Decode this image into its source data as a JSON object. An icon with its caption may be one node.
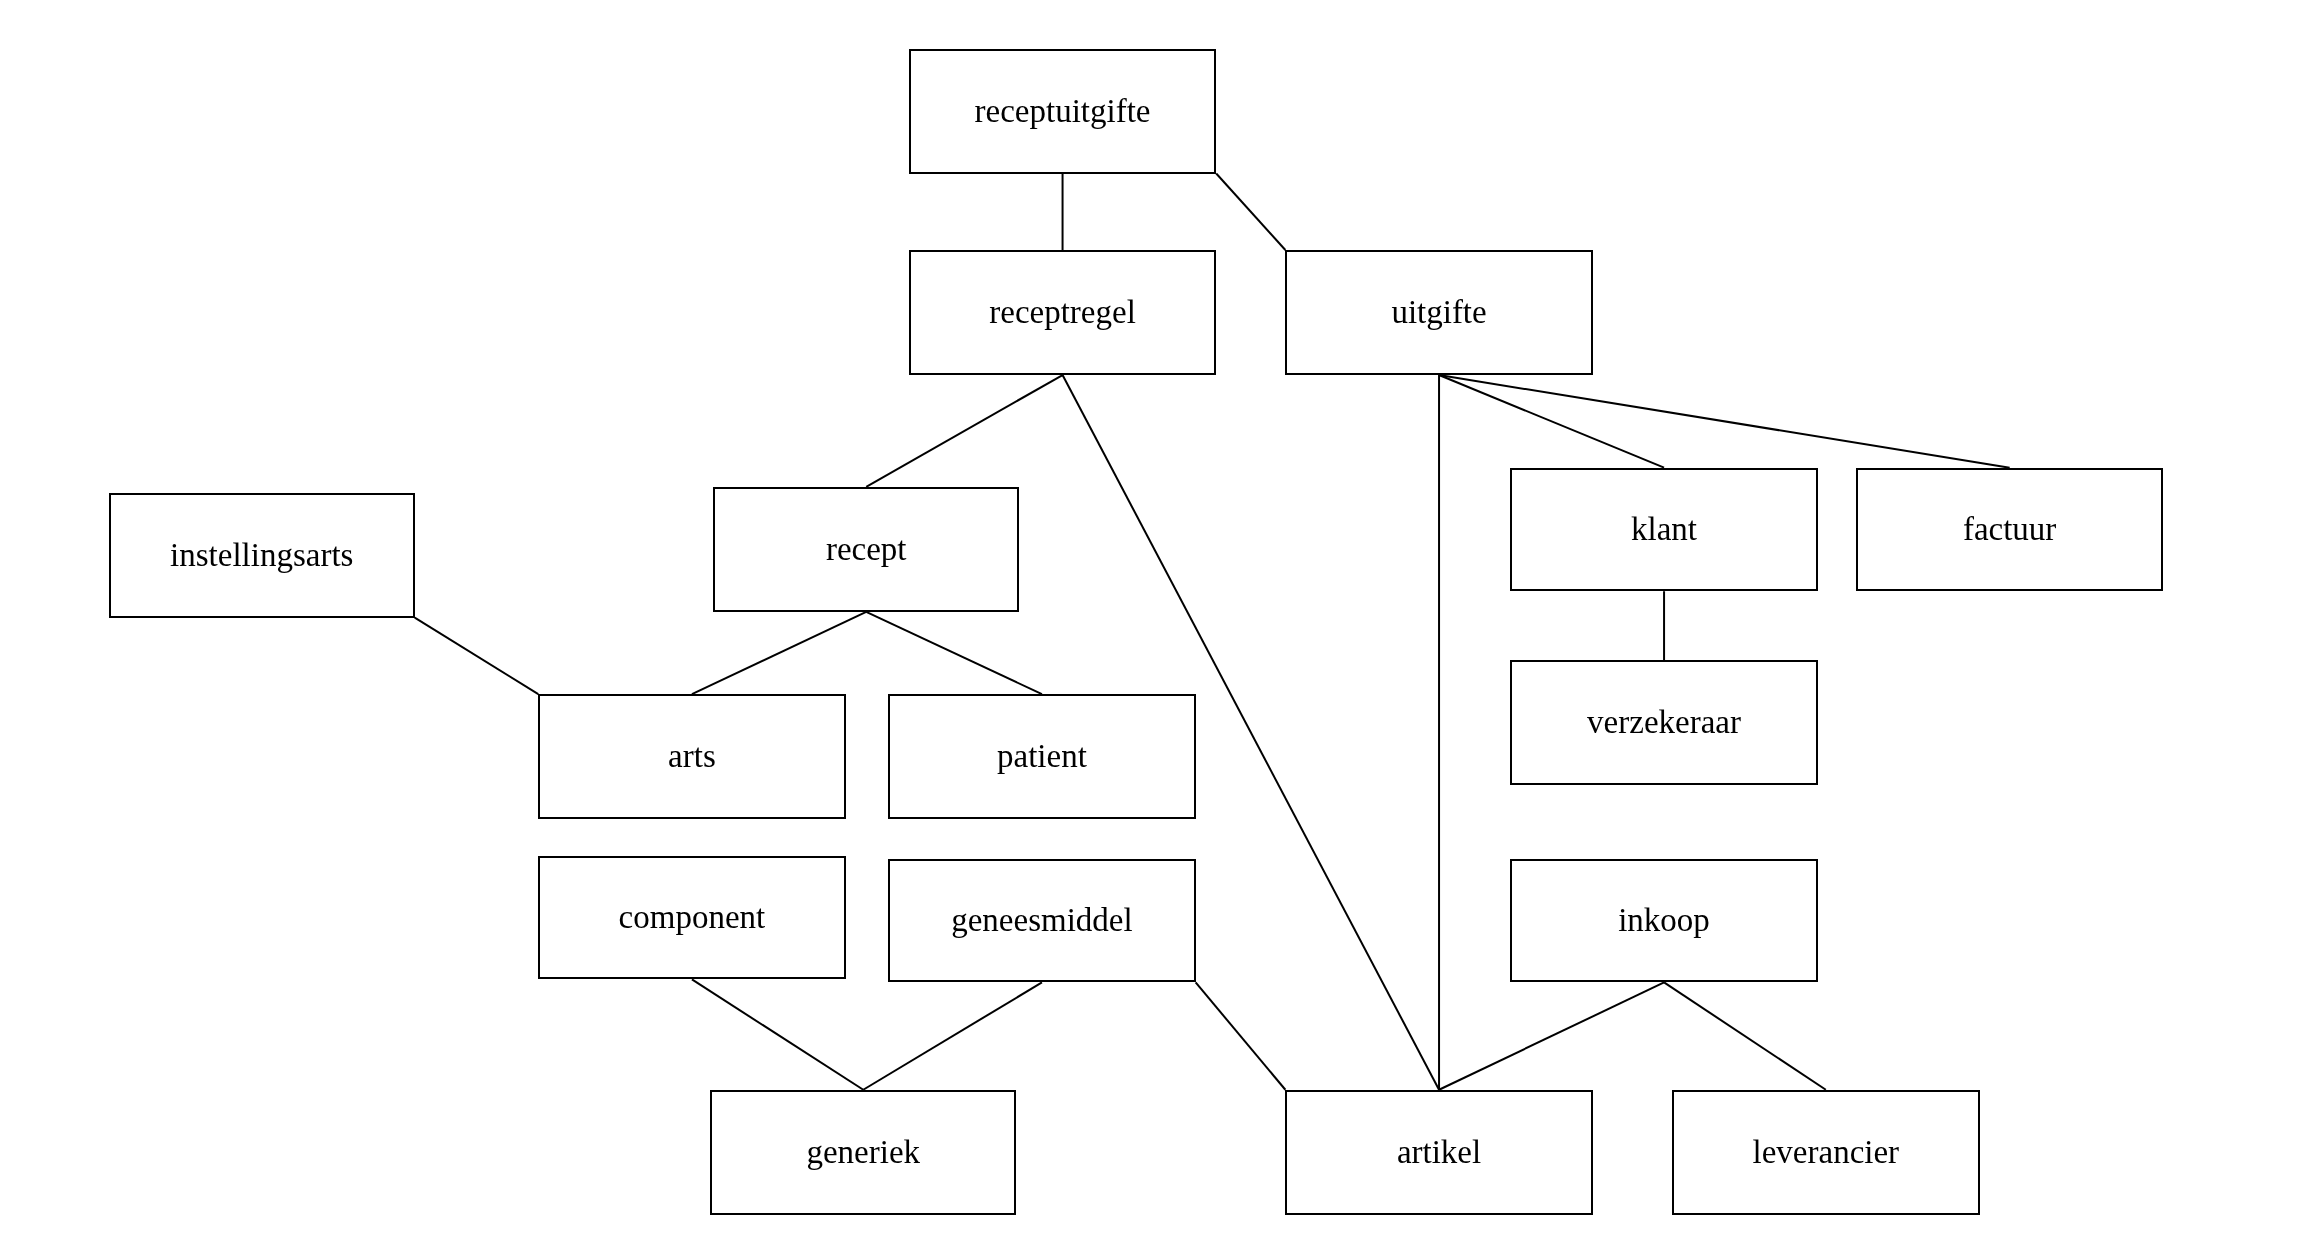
{
  "diagram": {
    "nodes": [
      {
        "text": [
          "receptuitgifte"
        ]
      },
      {
        "text": [
          "receptregel"
        ]
      },
      {
        "text": [
          "uitgifte"
        ]
      },
      {
        "text": [
          "instellingsarts"
        ]
      },
      {
        "text": [
          "recept"
        ]
      },
      {
        "text": [
          "klant"
        ]
      },
      {
        "text": [
          "factuur"
        ]
      },
      {
        "text": [
          "arts"
        ]
      },
      {
        "text": [
          "patient"
        ]
      },
      {
        "text": [
          "verzekeraar"
        ]
      },
      {
        "text": [
          "component"
        ]
      },
      {
        "text": [
          "geneesmiddel"
        ]
      },
      {
        "text": [
          "inkoop"
        ]
      },
      {
        "text": [
          "generiek"
        ]
      },
      {
        "text": [
          "artikel"
        ]
      },
      {
        "text": [
          "leverancier"
        ]
      }
    ],
    "edges": [
      {
        "from": 0,
        "to": 1,
        "arrow": "none"
      },
      {
        "from": 0,
        "to": 2,
        "arrow": "none"
      },
      {
        "from": 1,
        "to": 4,
        "arrow": "none"
      },
      {
        "from": 1,
        "to": 14,
        "arrow": "none"
      },
      {
        "from": 2,
        "to": 14,
        "arrow": "none"
      },
      {
        "from": 2,
        "to": 5,
        "arrow": "none"
      },
      {
        "from": 2,
        "to": 6,
        "arrow": "none"
      },
      {
        "from": 3,
        "to": 7,
        "arrow": "none"
      },
      {
        "from": 4,
        "to": 7,
        "arrow": "none"
      },
      {
        "from": 4,
        "to": 8,
        "arrow": "none"
      },
      {
        "from": 5,
        "to": 9,
        "arrow": "none"
      },
      {
        "from": 10,
        "to": 13,
        "arrow": "none"
      },
      {
        "from": 11,
        "to": 13,
        "arrow": "none"
      },
      {
        "from": 11,
        "to": 14,
        "arrow": "none"
      },
      {
        "from": 12,
        "to": 14,
        "arrow": "none"
      },
      {
        "from": 12,
        "to": 15,
        "arrow": "none"
      }
    ]
  }
}
